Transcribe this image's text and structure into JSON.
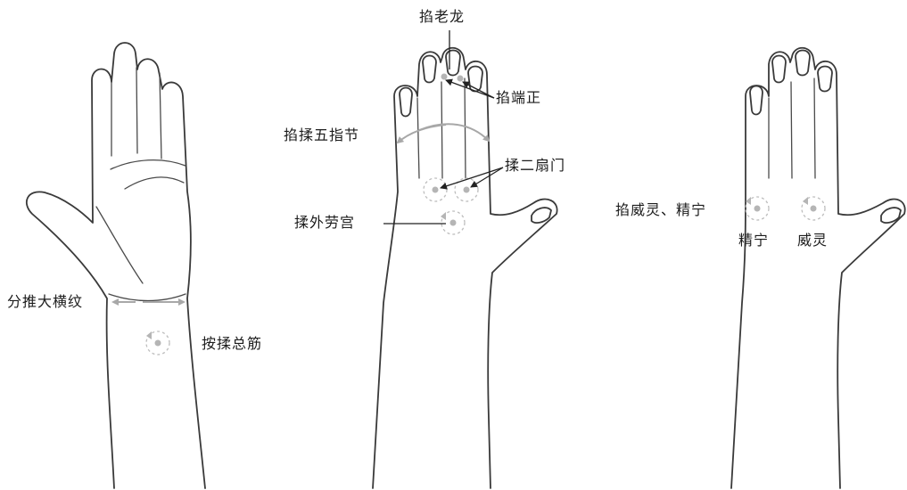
{
  "figures": [
    {
      "view": "palm",
      "labels": {
        "wrist_crease_push": "分推大横纹",
        "press_knead_zongjin": "按揉总筋"
      }
    },
    {
      "view": "back of hand",
      "labels": {
        "pinch_laolong": "掐老龙",
        "pinch_duanzheng": "掐端正",
        "pinch_knead_five_finger_joints": "掐揉五指节",
        "knead_ershanmen": "揉二扇门",
        "knead_wailaogong": "揉外劳宫"
      }
    },
    {
      "view": "back of hand",
      "labels": {
        "pinch_weiling_jingning": "掐威灵、精宁",
        "jingning": "精宁",
        "weiling": "威灵"
      }
    }
  ],
  "colors": {
    "outline": "#3a3a3a",
    "point_marker": "#b5b5b5",
    "text": "#1c1c1c"
  }
}
